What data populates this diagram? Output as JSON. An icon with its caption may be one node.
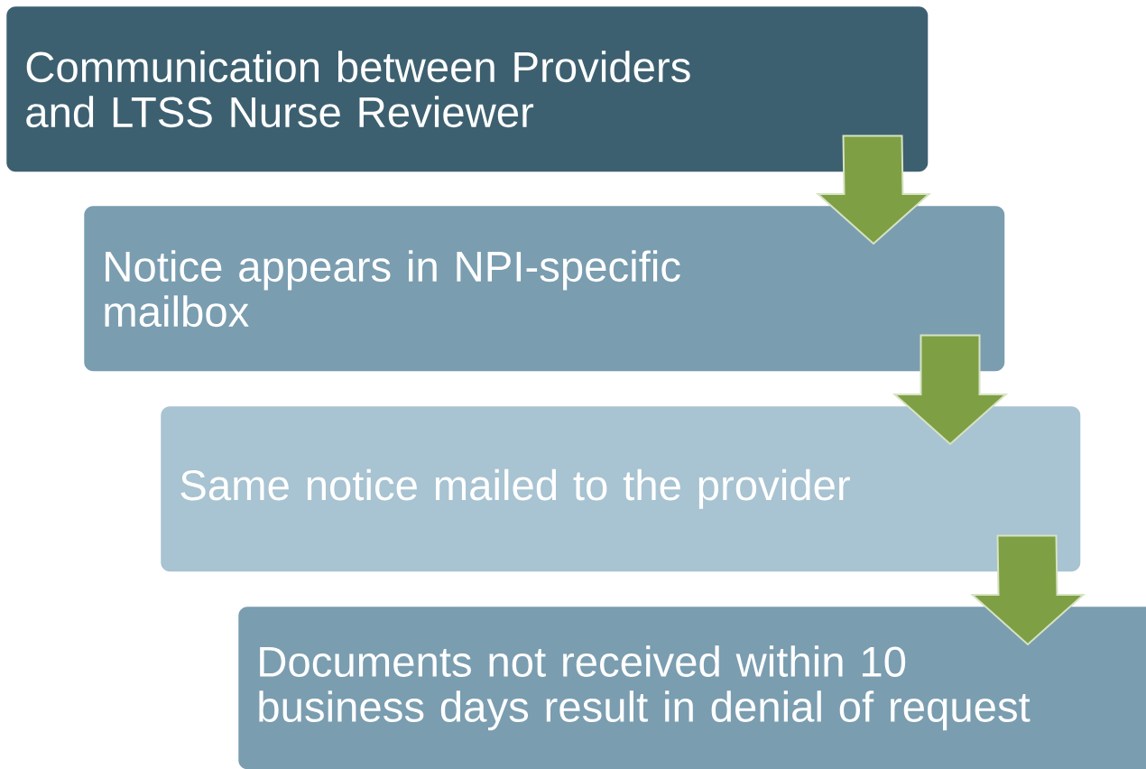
{
  "diagram": {
    "nodes": [
      {
        "text": [
          "Communication between Providers and LTSS Nurse Reviewer"
        ]
      },
      {
        "text": [
          "Notice appears in NPI-specific mailbox"
        ]
      },
      {
        "text": [
          "Same notice mailed to the provider"
        ]
      },
      {
        "text": [
          "Documents not received within 10 business days result in denial of request"
        ]
      }
    ],
    "edges": [
      {
        "from": 0,
        "to": 1,
        "arrow": "to"
      },
      {
        "from": 1,
        "to": 2,
        "arrow": "to"
      },
      {
        "from": 2,
        "to": 3,
        "arrow": "to"
      }
    ]
  }
}
